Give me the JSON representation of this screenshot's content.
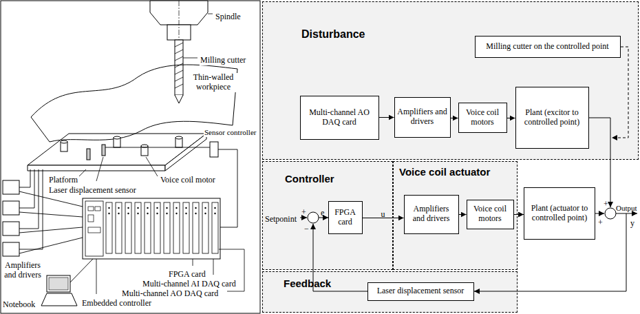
{
  "diagram": {
    "nodes": [
      {
        "text": [
          "Disturbance"
        ]
      },
      {
        "text": [
          "Milling cutter on the controlled point"
        ],
        "in": 0
      },
      {
        "text": [
          "Multi-channel AO DAQ card"
        ],
        "in": 0
      },
      {
        "text": [
          "Amplifiers and drivers"
        ],
        "in": 0
      },
      {
        "text": [
          "Voice coil motors"
        ],
        "in": 0
      },
      {
        "text": [
          "Plant (excitor to controlled point)"
        ],
        "in": 0
      },
      {
        "text": [
          "Controller"
        ]
      },
      {
        "text": [
          "FPGA card"
        ],
        "in": 6
      },
      {
        "text": [
          "Voice coil actuator"
        ]
      },
      {
        "text": [
          "Amplifiers and drivers"
        ],
        "in": 8
      },
      {
        "text": [
          "Voice coil motors"
        ],
        "in": 8
      },
      {
        "text": [
          "Plant (actuator to controlled point)"
        ]
      },
      {
        "text": [
          "Feedback"
        ]
      },
      {
        "text": [
          "Laser displacement sensor"
        ],
        "in": 12
      }
    ],
    "edges": [
      {
        "from": 2,
        "to": 3,
        "arrow": "to"
      },
      {
        "from": 3,
        "to": 4,
        "arrow": "to"
      },
      {
        "from": 4,
        "to": 5,
        "arrow": "to"
      },
      {
        "from": 7,
        "to": 9,
        "label": "u",
        "arrow": "to"
      },
      {
        "from": 9,
        "to": 10,
        "arrow": "to"
      },
      {
        "from": 10,
        "to": 11,
        "arrow": "to"
      }
    ],
    "labels": [
      "Spindle",
      "Milling cutter",
      "Thin-walled workpiece",
      "Sensor controller",
      "Platform",
      "Voice coil motor",
      "Laser displacement sensor",
      "FPGA card",
      "Multi-channel AI DAQ card",
      "Multi-channel AO DAQ card",
      "Amplifiers and drivers",
      "Embedded controller",
      "Notebook",
      "Setponint",
      "+",
      "e",
      "−",
      "+",
      "+",
      "Output",
      "y"
    ]
  }
}
